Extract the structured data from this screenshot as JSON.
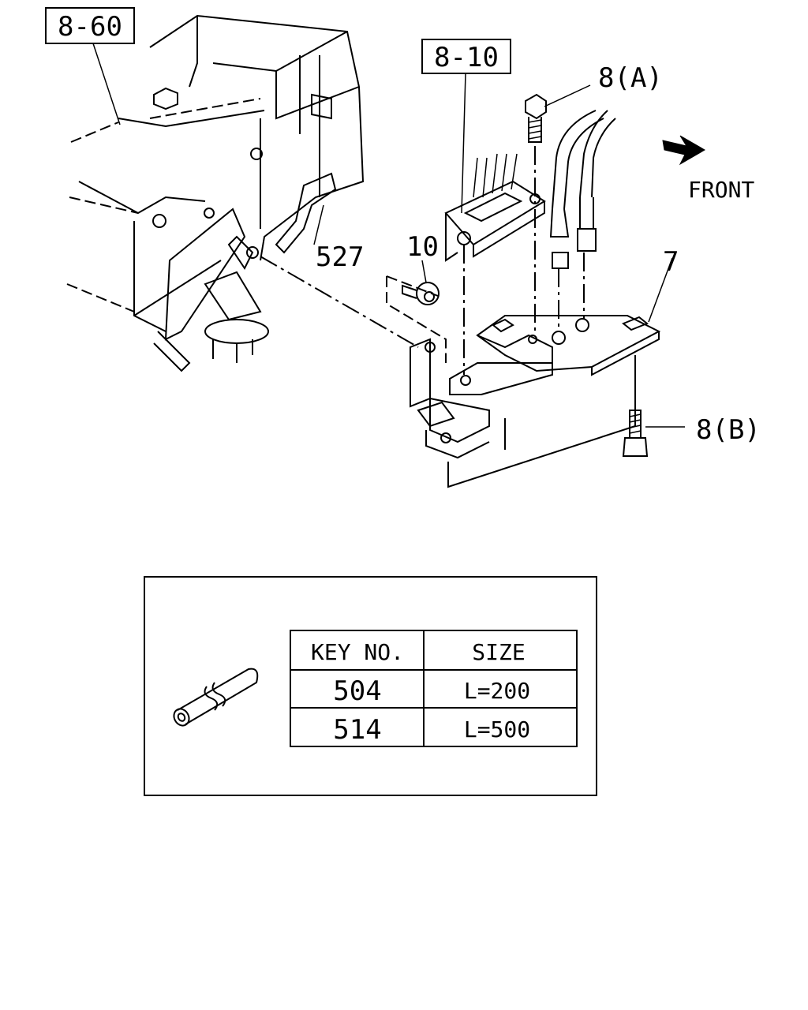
{
  "callouts": {
    "ref_860": "8-60",
    "ref_810": "8-10",
    "part_8a": "8(A)",
    "part_8b": "8(B)",
    "part_527": "527",
    "part_10": "10",
    "part_7": "7",
    "front": "FRONT"
  },
  "table": {
    "headers": [
      "KEY NO.",
      "SIZE"
    ],
    "rows": [
      {
        "key": "504",
        "size": "L=200"
      },
      {
        "key": "514",
        "size": "L=500"
      }
    ]
  }
}
